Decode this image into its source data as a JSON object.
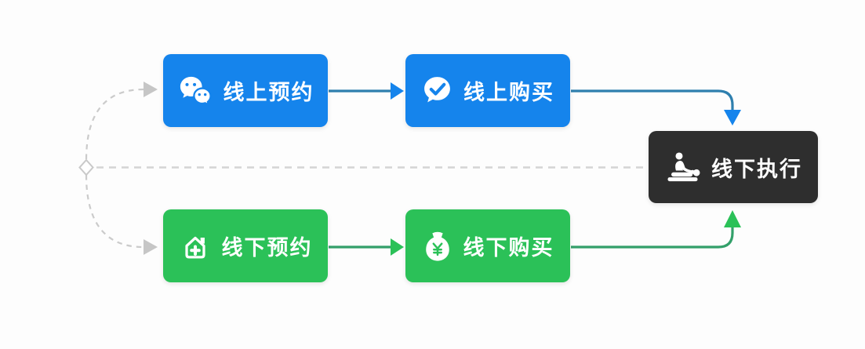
{
  "diagram": {
    "title": "online-offline service flow",
    "background": "#fdfdfd"
  },
  "colors": {
    "blue_node": "#1584ec",
    "blue_line": "#2e7fae",
    "green_node": "#2bc158",
    "green_line": "#33a06a",
    "dark_node": "#2e2e2e",
    "dashed_gray": "#cbcbcb",
    "gray_arrow": "#c6c6c6",
    "text": "#ffffff"
  },
  "nodes": [
    {
      "id": "online-booking",
      "label": "线上预约",
      "icon": "wechat-icon",
      "color": "#1584ec"
    },
    {
      "id": "online-purchase",
      "label": "线上购买",
      "icon": "chat-check-icon",
      "color": "#1584ec"
    },
    {
      "id": "offline-booking",
      "label": "线下预约",
      "icon": "house-plus-icon",
      "color": "#2bc158"
    },
    {
      "id": "offline-purchase",
      "label": "线下购买",
      "icon": "money-bag-icon",
      "color": "#2bc158"
    },
    {
      "id": "offline-execution",
      "label": "线下执行",
      "icon": "massage-icon",
      "color": "#2e2e2e"
    }
  ],
  "edges": [
    {
      "from": "start-diamond",
      "to": "online-booking",
      "style": "dashed-gray-curve"
    },
    {
      "from": "start-diamond",
      "to": "offline-booking",
      "style": "dashed-gray-curve"
    },
    {
      "from": "start-diamond",
      "to": "offline-execution",
      "style": "dashed-gray-horizontal"
    },
    {
      "from": "online-booking",
      "to": "online-purchase",
      "style": "solid-blue-arrow"
    },
    {
      "from": "online-purchase",
      "to": "offline-execution",
      "style": "solid-blue-arrow"
    },
    {
      "from": "offline-booking",
      "to": "offline-purchase",
      "style": "solid-green-arrow"
    },
    {
      "from": "offline-purchase",
      "to": "offline-execution",
      "style": "solid-green-arrow"
    }
  ]
}
